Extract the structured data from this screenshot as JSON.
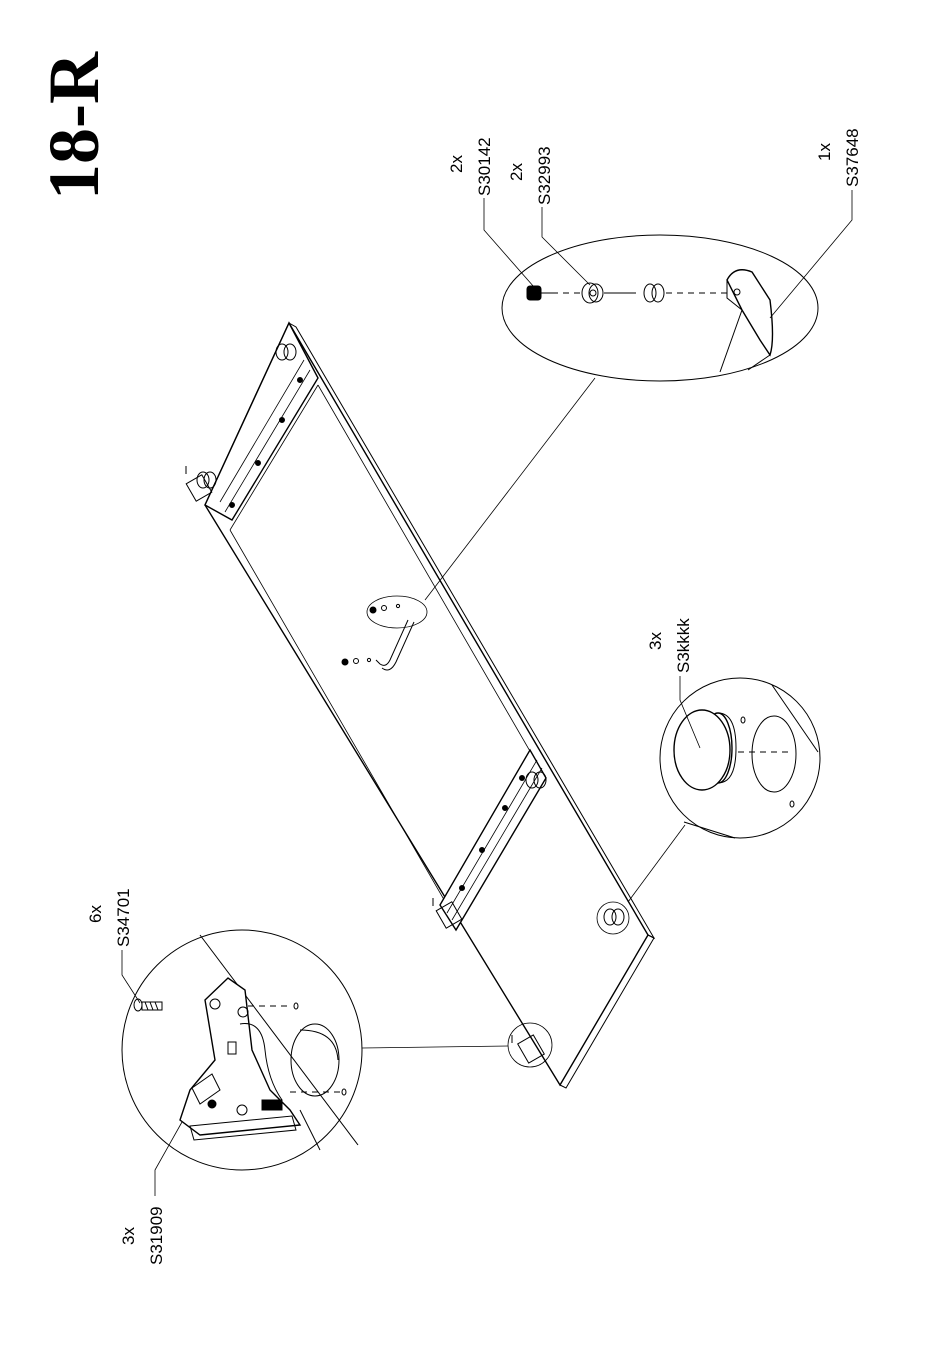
{
  "step_number": "18-R",
  "parts": {
    "screw_handle": {
      "qty": "2x",
      "code": "S30142"
    },
    "washer": {
      "qty": "2x",
      "code": "S32993"
    },
    "handle": {
      "qty": "1x",
      "code": "S37648"
    },
    "cap": {
      "qty": "3x",
      "code": "S3kkkk"
    },
    "hinge_screw": {
      "qty": "6x",
      "code": "S34701"
    },
    "hinge": {
      "qty": "3x",
      "code": "S31909"
    }
  }
}
